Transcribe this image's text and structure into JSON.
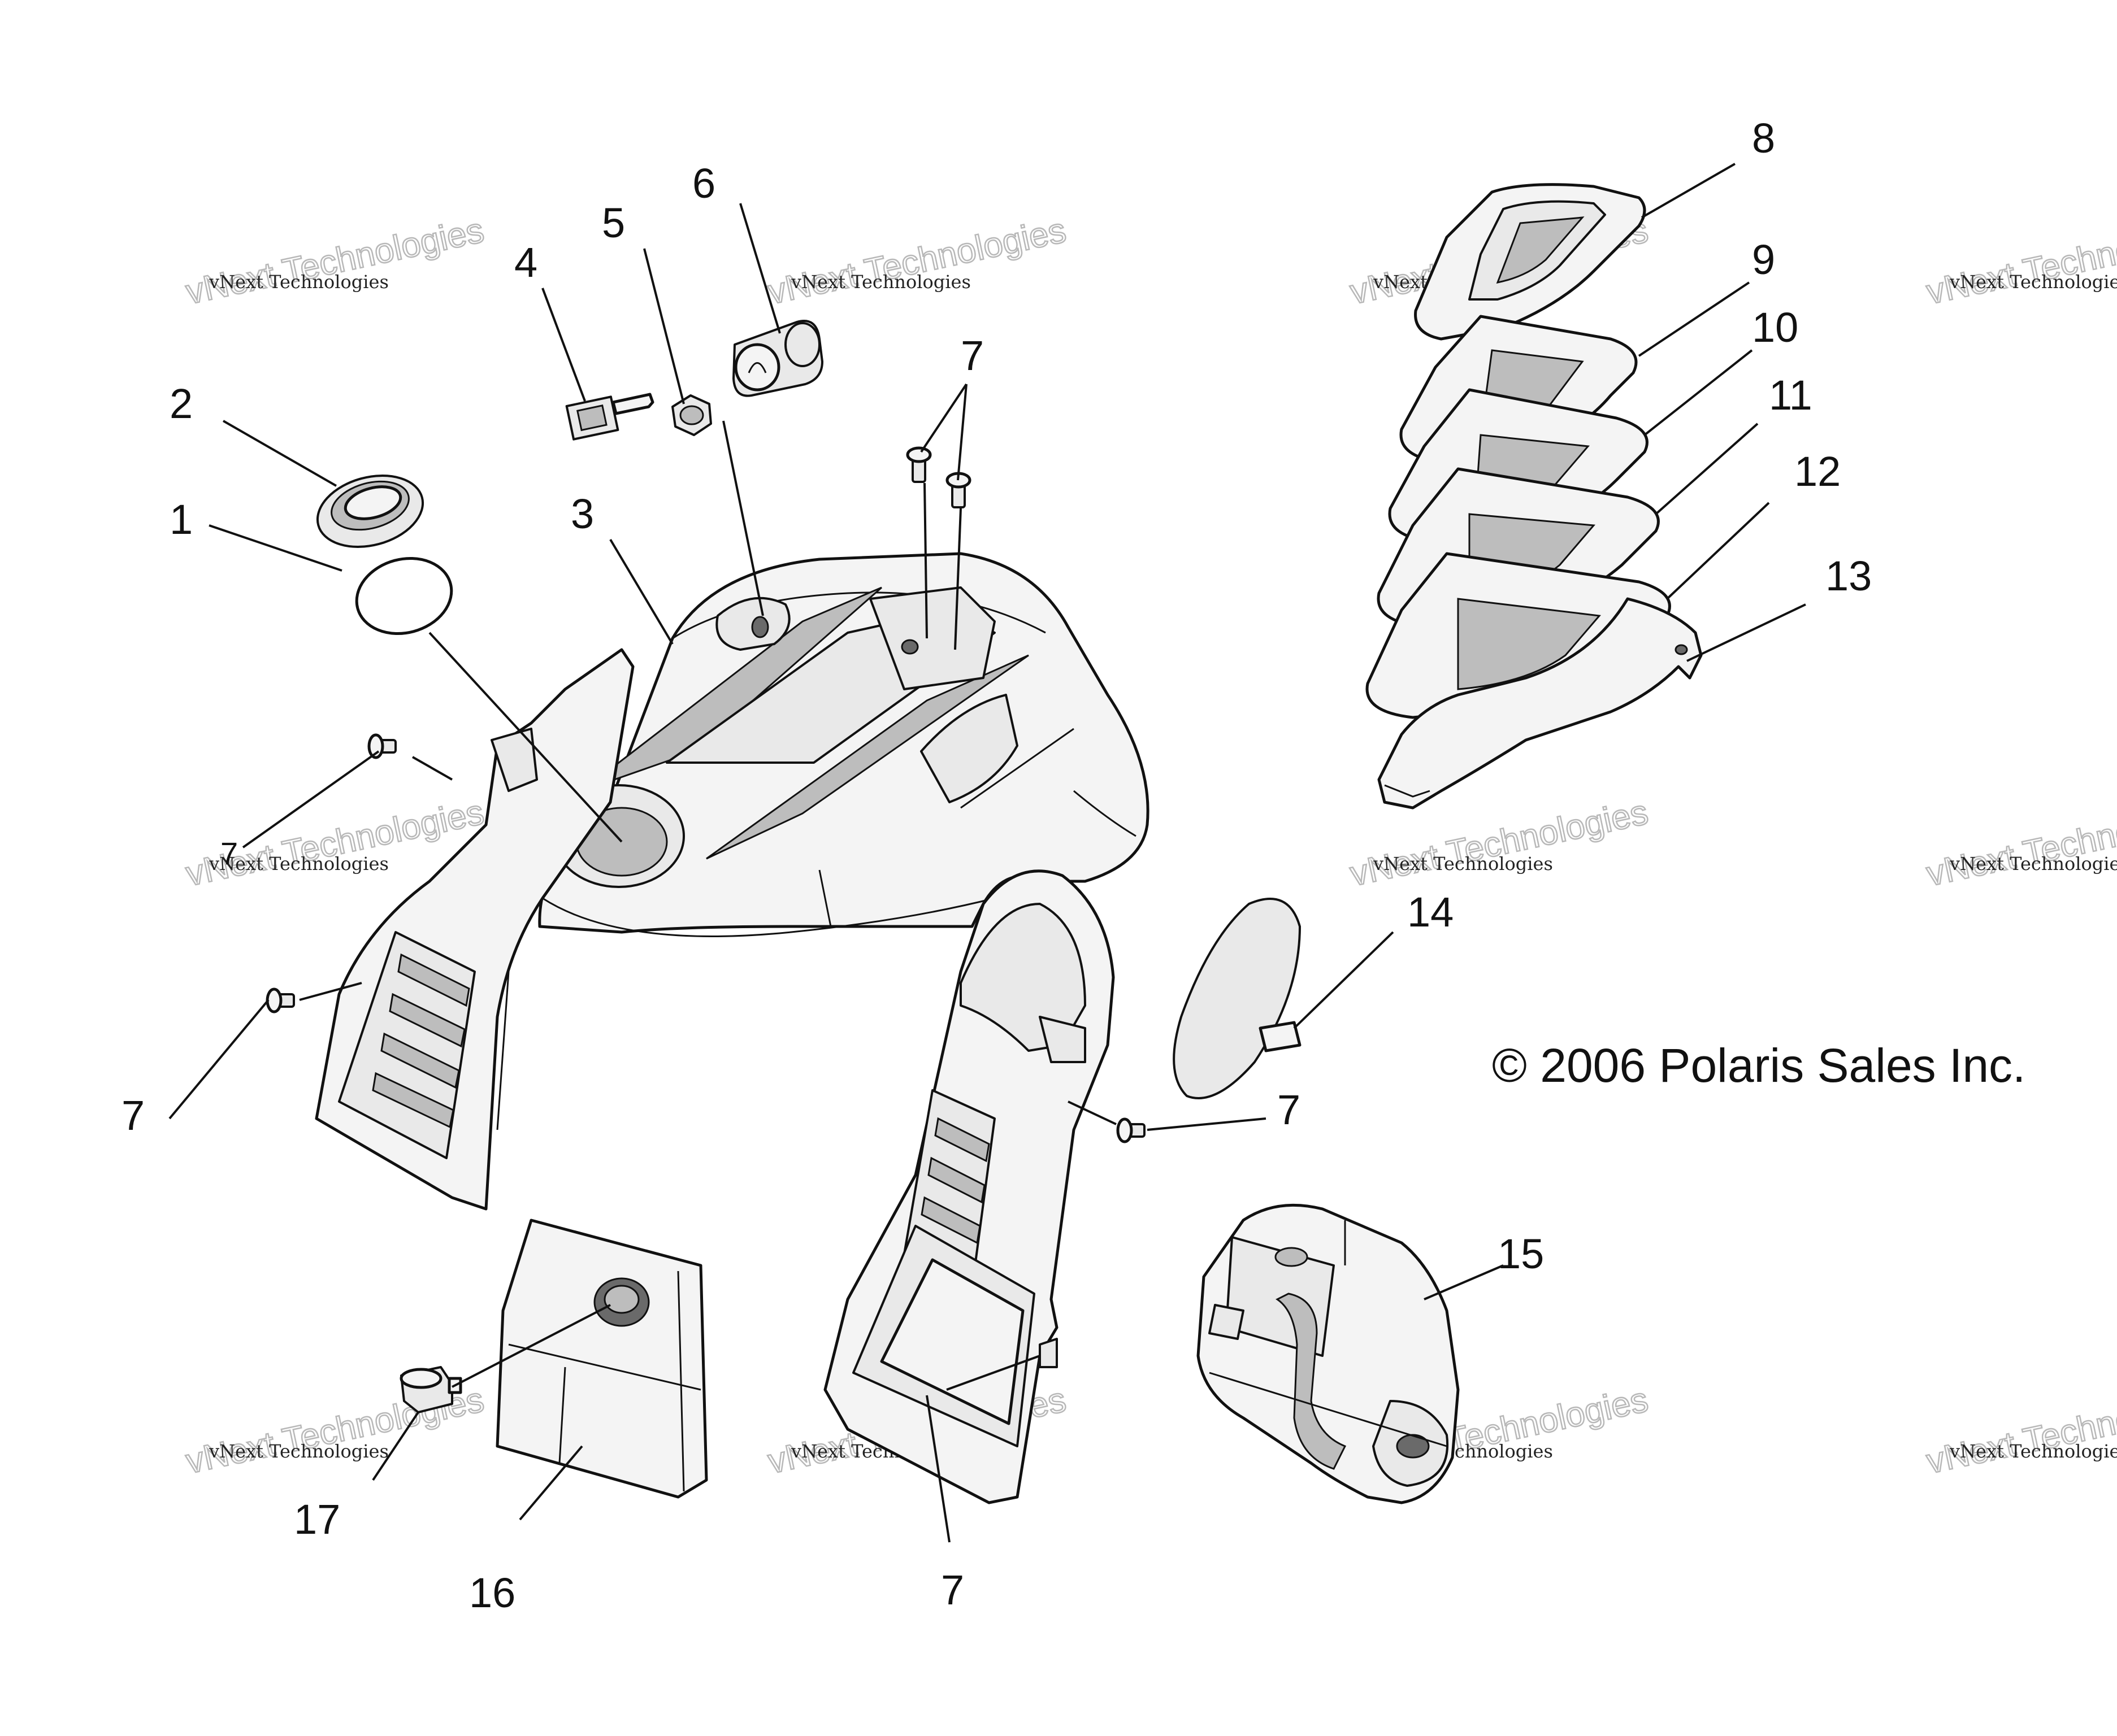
{
  "diagram": {
    "copyright": "© 2006 Polaris Sales Inc.",
    "watermark_line1": "vNext Technologies",
    "watermark_line2": "vNext\nTechnologies",
    "callouts": [
      {
        "id": "1",
        "label": "1"
      },
      {
        "id": "2",
        "label": "2"
      },
      {
        "id": "3",
        "label": "3"
      },
      {
        "id": "4",
        "label": "4"
      },
      {
        "id": "5",
        "label": "5"
      },
      {
        "id": "6",
        "label": "6"
      },
      {
        "id": "7a",
        "label": "7"
      },
      {
        "id": "7b",
        "label": "7"
      },
      {
        "id": "7c",
        "label": "7"
      },
      {
        "id": "7d",
        "label": "7"
      },
      {
        "id": "7e",
        "label": "7"
      },
      {
        "id": "8",
        "label": "8"
      },
      {
        "id": "9",
        "label": "9"
      },
      {
        "id": "10",
        "label": "10"
      },
      {
        "id": "11",
        "label": "11"
      },
      {
        "id": "12",
        "label": "12"
      },
      {
        "id": "13",
        "label": "13"
      },
      {
        "id": "14",
        "label": "14"
      },
      {
        "id": "15",
        "label": "15"
      },
      {
        "id": "16",
        "label": "16"
      },
      {
        "id": "17",
        "label": "17"
      }
    ]
  }
}
